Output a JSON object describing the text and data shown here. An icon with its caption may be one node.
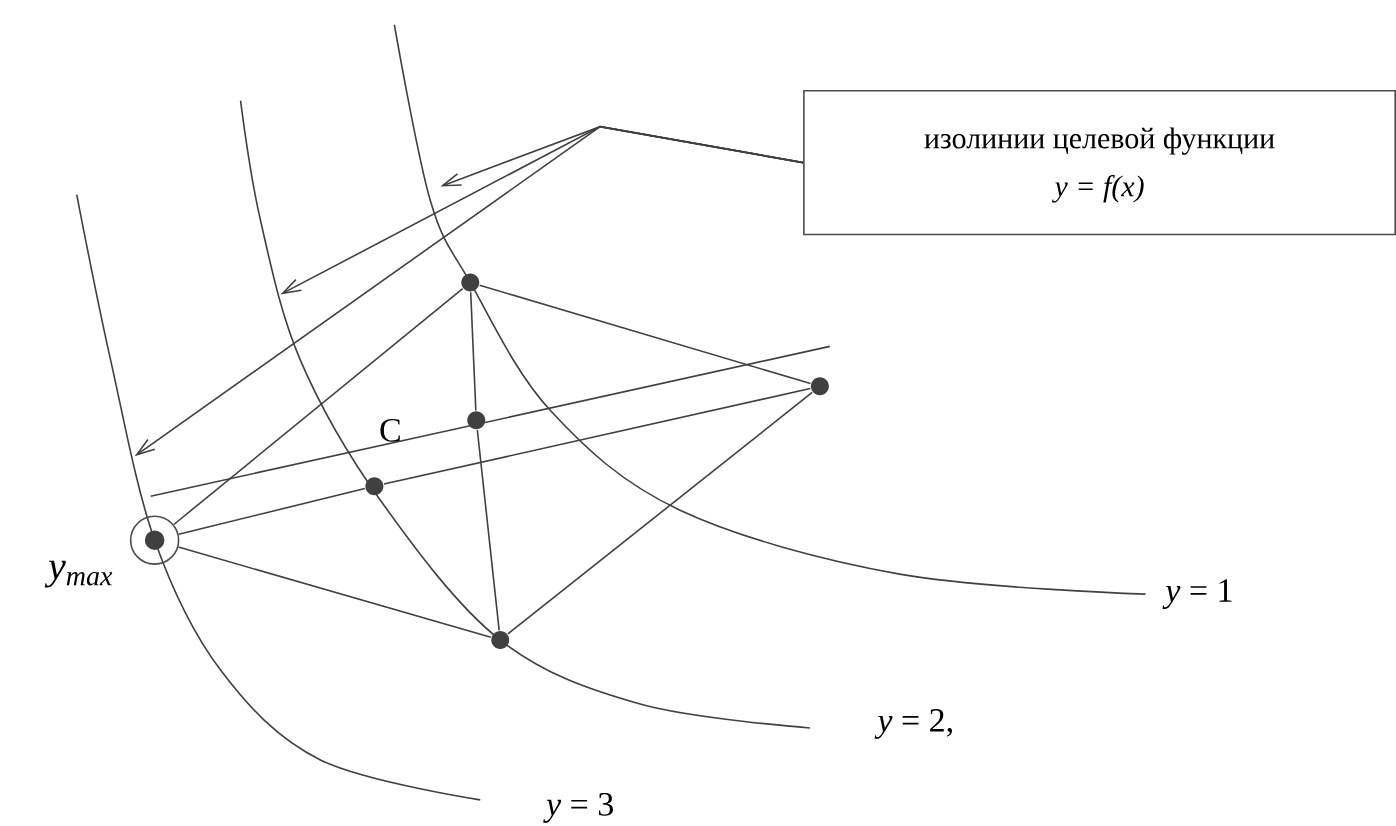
{
  "diagram": {
    "nodes": [
      {
        "text": [
          "изолинии целевой функции",
          "y = f(x)"
        ]
      },
      {
        "text": [],
        "shape": "circle"
      },
      {
        "text": [],
        "shape": "circle"
      },
      {
        "text": [],
        "shape": "circle"
      },
      {
        "text": [],
        "shape": "circle"
      },
      {
        "text": [],
        "shape": "circle",
        "beside": [
          "y$_{max}$"
        ]
      },
      {
        "text": [],
        "shape": "circle"
      }
    ],
    "edges": [
      {
        "from": 1,
        "to": 2,
        "arrow": "none"
      },
      {
        "from": 2,
        "to": 6,
        "arrow": "none"
      },
      {
        "from": 1,
        "to": 3,
        "arrow": "none"
      },
      {
        "from": 3,
        "to": 6,
        "arrow": "none"
      },
      {
        "from": 5,
        "to": 1,
        "arrow": "none"
      },
      {
        "from": 5,
        "to": 6,
        "arrow": "none"
      },
      {
        "from": 5,
        "to": 4,
        "arrow": "none"
      },
      {
        "from": 4,
        "to": 2,
        "arrow": "none"
      },
      {
        "from": 0,
        "to": null,
        "arrow": "to"
      },
      {
        "from": 0,
        "to": null,
        "arrow": "to"
      },
      {
        "from": 0,
        "to": null,
        "arrow": "to"
      }
    ],
    "labels": [
      "C",
      "*y* = 1",
      "*y* = 2,",
      "*y* = 3"
    ]
  }
}
